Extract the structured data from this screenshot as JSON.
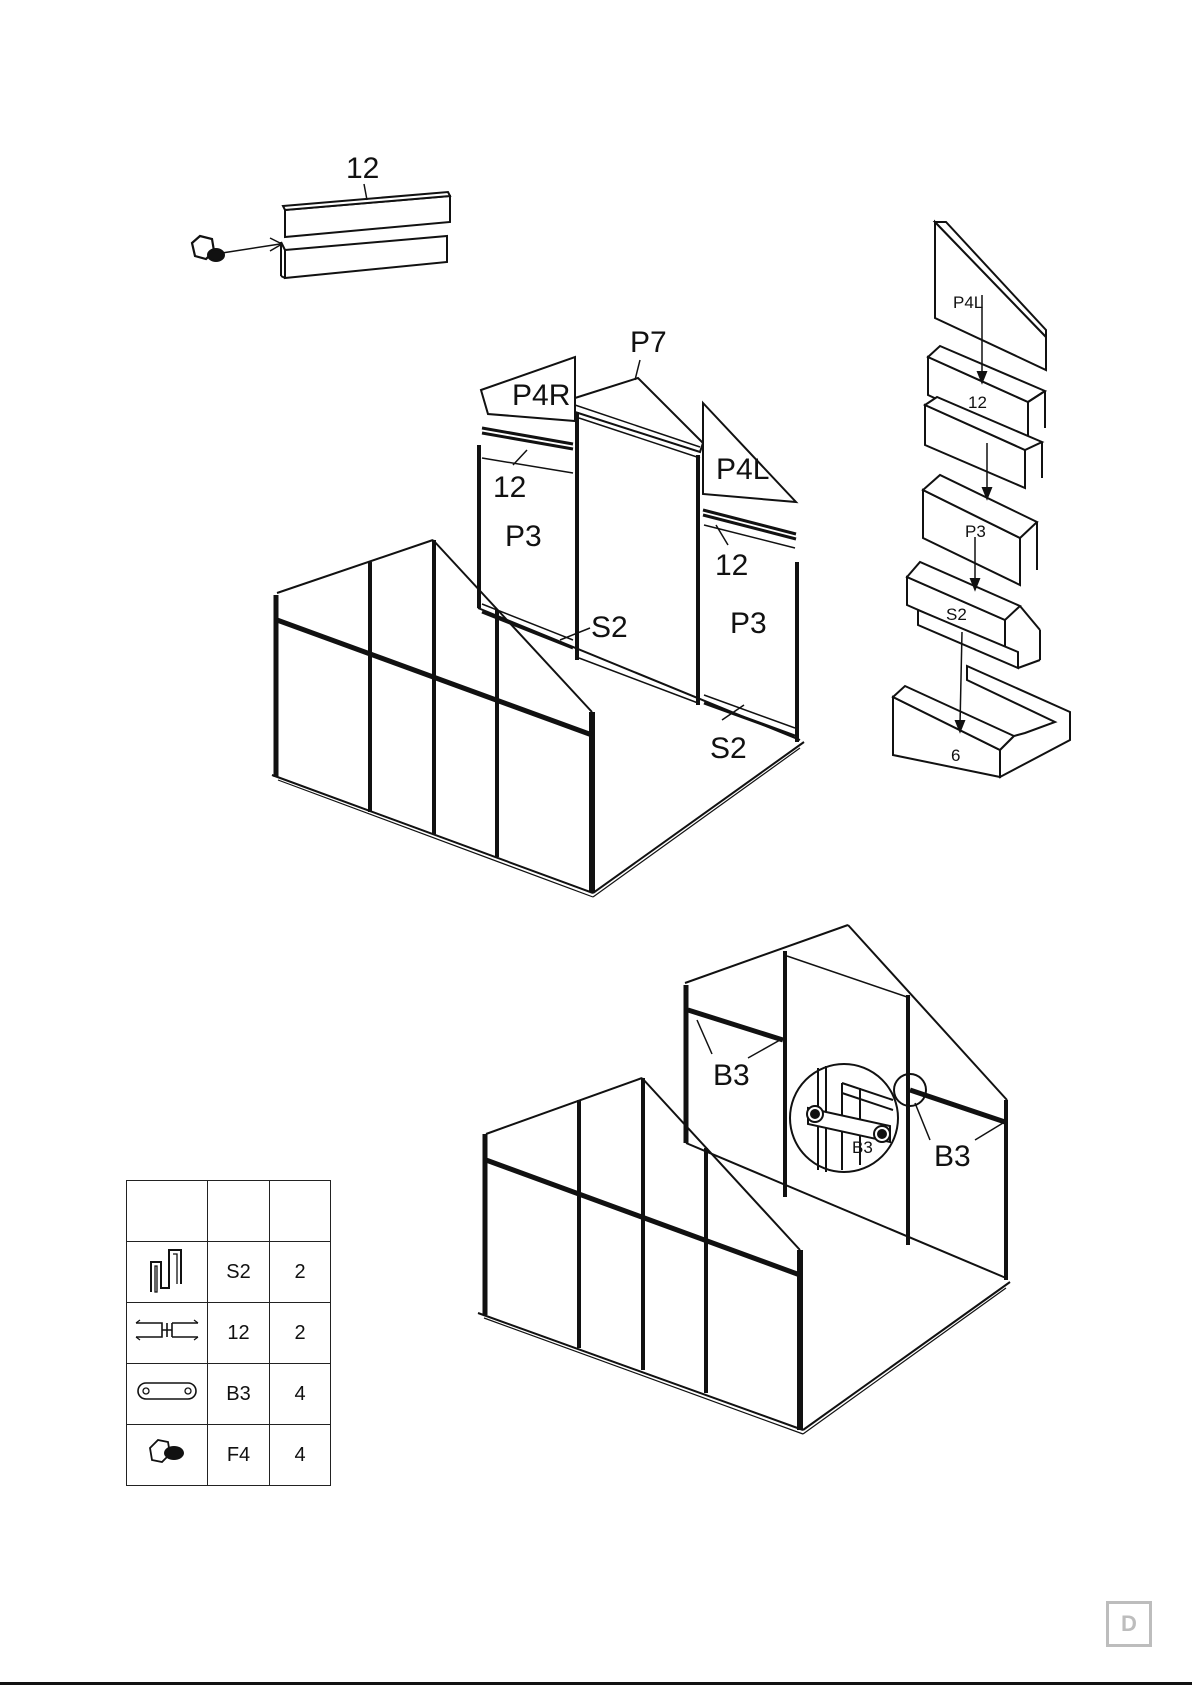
{
  "step1_detail": {
    "label_12": "12"
  },
  "step1_main": {
    "label_p7": "P7",
    "label_p4r": "P4R",
    "label_p4l": "P4L",
    "label_12_left": "12",
    "label_12_right": "12",
    "label_p3_left": "P3",
    "label_p3_right": "P3",
    "label_s2_upper": "S2",
    "label_s2_lower": "S2"
  },
  "exploded_stack": {
    "label_p4l": "P4L",
    "label_12": "12",
    "label_p3": "P3",
    "label_s2": "S2",
    "label_6": "6"
  },
  "step2_main": {
    "label_b3_left": "B3",
    "label_b3_right": "B3",
    "label_b3_detail": "B3"
  },
  "parts_table": {
    "rows": [
      {
        "icon": "s2-profile-icon",
        "code": "S2",
        "qty": "2"
      },
      {
        "icon": "h-profile-icon",
        "code": "12",
        "qty": "2"
      },
      {
        "icon": "plate-icon",
        "code": "B3",
        "qty": "4"
      },
      {
        "icon": "bolt-icon",
        "code": "F4",
        "qty": "4"
      }
    ]
  },
  "page_letter": "D"
}
